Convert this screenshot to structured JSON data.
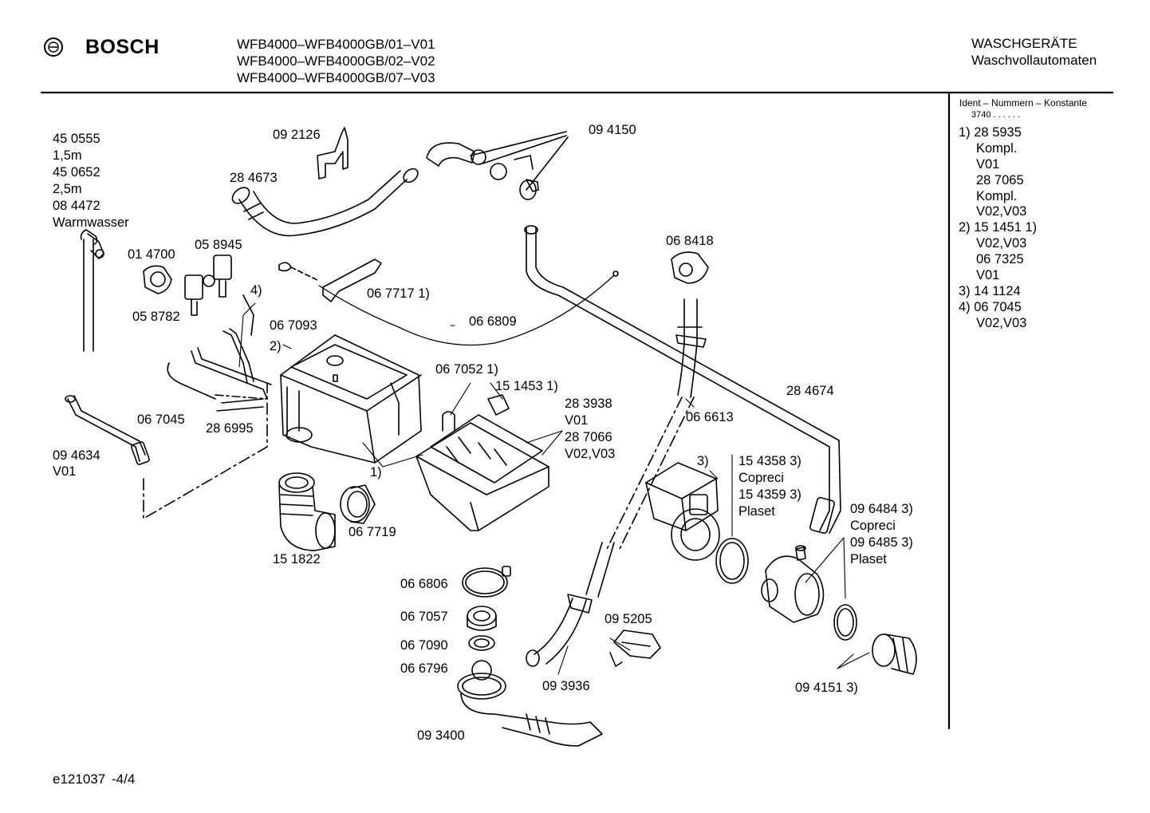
{
  "header": {
    "brand": "BOSCH",
    "models": [
      "WFB4000–WFB4000GB/01–V01",
      "WFB4000–WFB4000GB/02–V02",
      "WFB4000–WFB4000GB/07–V03"
    ],
    "category": "WASCHGERÄTE",
    "subcategory": "Waschvollautomaten"
  },
  "sidebar": {
    "heading": "Ident – Nummern – Konstante",
    "constant": "3740 .  .     .  .  .  .",
    "lines": [
      "1) 28 5935",
      "Kompl.",
      "V01",
      "28 7065",
      "Kompl.",
      "V02,V03",
      "2) 15 1451 1)",
      "V02,V03",
      "06 7325",
      "V01",
      "3) 14 1124",
      "4) 06 7045",
      "V02,V03"
    ]
  },
  "labels": {
    "p450555": "45 0555",
    "len15": "1,5m",
    "p450652": "45 0652",
    "len25": "2,5m",
    "p084472": "08 4472",
    "warm": "Warmwasser",
    "p092126": "09 2126",
    "p284673": "28 4673",
    "p094150": "09 4150",
    "p014700": "01 4700",
    "p058945": "05 8945",
    "p058782": "05 8782",
    "n4": "4)",
    "p067717": "06 7717 1)",
    "p068418": "06 8418",
    "p067093": "06 7093",
    "n2": "2)",
    "p066809": "06 6809",
    "p067052": "06 7052 1)",
    "p151453": "15 1453 1)",
    "p283938": "28 3938",
    "v01a": "V01",
    "p287066": "28 7066",
    "v0203a": "V02,V03",
    "p284674": "28 4674",
    "p066613": "06 6613",
    "p067045": "06 7045",
    "p286995": "28 6995",
    "p094634": "09 4634",
    "v01b": "V01",
    "n1": "1)",
    "n3": "3)",
    "p154358": "15 4358 3)",
    "copreci1": "Copreci",
    "p154359": "15 4359 3)",
    "plaset1": "Plaset",
    "p096484": "09 6484 3)",
    "copreci2": "Copreci",
    "p096485": "09 6485 3)",
    "plaset2": "Plaset",
    "p067719": "06 7719",
    "p151822": "15 1822",
    "p066806": "06 6806",
    "p067057": "06 7057",
    "p067090": "06 7090",
    "p066796": "06 6796",
    "p095205": "09 5205",
    "p093936": "09 3936",
    "p093400": "09 3400",
    "p094151": "09 4151 3)"
  },
  "footer": {
    "code": "e121037",
    "page": "-4/4"
  }
}
